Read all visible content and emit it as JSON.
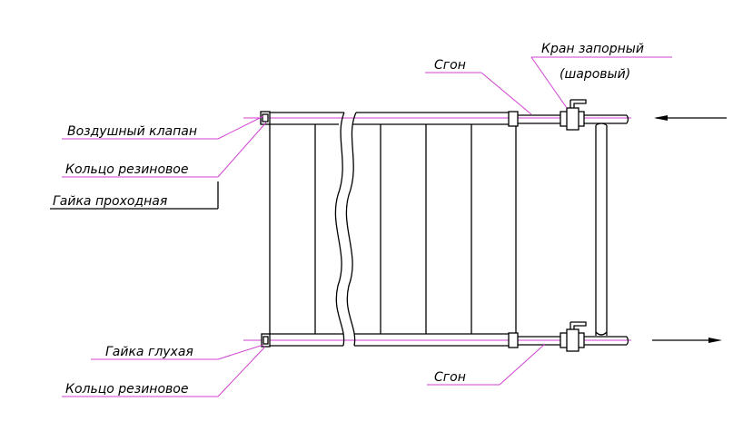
{
  "labels": {
    "air_valve": "Воздушный клапан",
    "rubber_ring_top": "Кольцо резиновое",
    "through_nut": "Гайка проходная",
    "blind_nut": "Гайка глухая",
    "rubber_ring_bottom": "Кольцо резиновое",
    "union_top": "Сгон",
    "union_bottom": "Сгон",
    "shutoff_valve": "Кран запорный",
    "shutoff_valve_type": "(шаровый)"
  },
  "colors": {
    "lines": "#000000",
    "leaders": "#d040d0"
  }
}
